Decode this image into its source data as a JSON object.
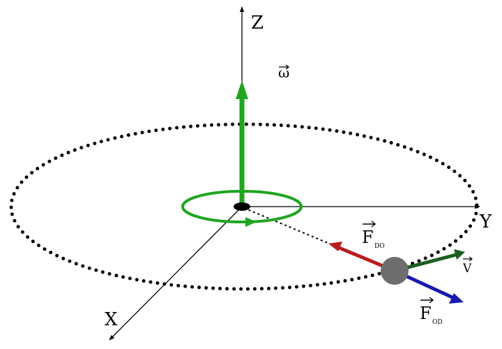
{
  "axes": {
    "z_label": "Z",
    "y_label": "Y",
    "x_label": "X"
  },
  "labels": {
    "omega": "ω",
    "velocity": "V",
    "force_main": "F",
    "force_do_sub": "DO",
    "force_od_sub": "OD"
  },
  "colors": {
    "rotation": "#1fa51f",
    "force_do": "#b71c1c",
    "force_od": "#1a1ab0",
    "velocity": "#1b5e20",
    "ball": "#6e6e6e",
    "orbit": "#000000"
  }
}
